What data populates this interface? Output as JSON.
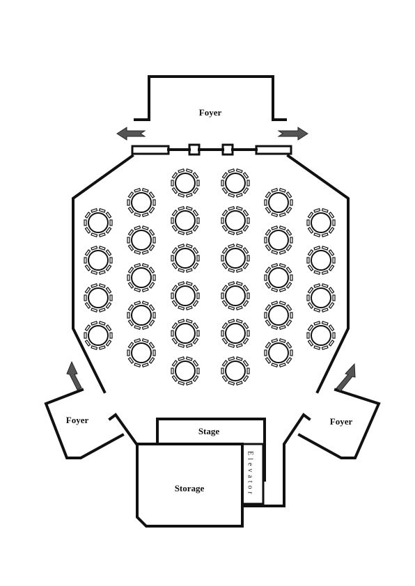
{
  "rooms": {
    "foyer_top": "Foyer",
    "foyer_left": "Foyer",
    "foyer_right": "Foyer",
    "stage": "Stage",
    "storage": "Storage",
    "elevator": "Elevator"
  },
  "icons": {
    "exit_arrow": "arrow-icon",
    "round_table": "round-table-icon"
  },
  "tables": {
    "columns": [
      {
        "name": "column-1",
        "count": 4
      },
      {
        "name": "column-2",
        "count": 5
      },
      {
        "name": "column-3",
        "count": 6
      },
      {
        "name": "column-4",
        "count": 6
      },
      {
        "name": "column-5",
        "count": 5
      },
      {
        "name": "column-6",
        "count": 4
      }
    ],
    "total": 30,
    "chairs_per_table": 10
  },
  "colors": {
    "walls": "#111111",
    "arrows": "#555555",
    "background": "#ffffff"
  }
}
